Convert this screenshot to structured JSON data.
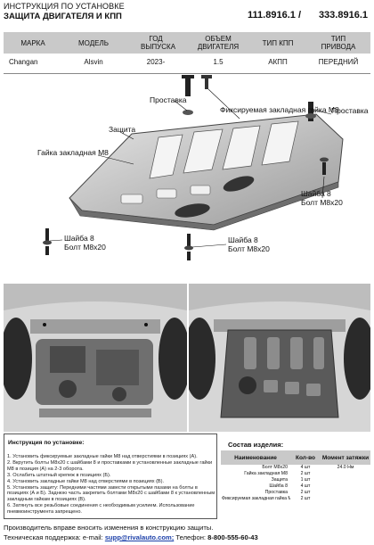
{
  "header": {
    "line1": "ИНСТРУКЦИЯ ПО УСТАНОВКЕ",
    "line2": "ЗАЩИТА ДВИГАТЕЛЯ И КПП",
    "code1": "111.8916.1",
    "code_sep": "/",
    "code2": "333.8916.1"
  },
  "car_table": {
    "headers": [
      "МАРКА",
      "МОДЕЛЬ",
      "ГОД ВЫПУСКА",
      "ОБЪЕМ ДВИГАТЕЛЯ",
      "ТИП КПП",
      "ТИП ПРИВОДА"
    ],
    "row": [
      "Changan",
      "Alsvin",
      "2023-",
      "1.5",
      "АКПП",
      "ПЕРЕДНИЙ"
    ]
  },
  "diagram_labels": {
    "spacer_left": "Проставка",
    "spacer_right": "Проставка",
    "nut_fixed": "Фиксируемая закладная гайка М8",
    "guard": "Защита",
    "nut_m8": "Гайка закладная М8",
    "washer_right": "Шайба 8",
    "bolt_right": "Болт М8х20",
    "washer_bottom_left": "Шайба 8",
    "bolt_bottom_left": "Болт М8х20",
    "washer_bottom_mid": "Шайба 8",
    "bolt_bottom_mid": "Болт М8х20"
  },
  "instructions": {
    "title": "Инструкция по установке:",
    "steps": [
      "1. Установить фиксируемые закладные гайки М8 над отверстиями в позициях (А).",
      "2. Вкрутить болты М8х20 с шайбами 8 и проставками в установленные закладные гайки М8 в позиция (А) на 2-3 оборота.",
      "3. Ослабить штатный крепеж в позициях (Б).",
      "4. Установить закладные гайки М8 над отверстиями в позициях (В).",
      "5. Установить защиту: Передними частями завести открытыми пазами на болты в позициях (А и Б). Заднюю часть закрепить болтами М8х20 с шайбами 8 к установленным закладным гайкам в позициях (В).",
      "6. Затянуть все резьбовые соединения с необходимым усилием. Использование пневмоинструмента запрещено."
    ]
  },
  "components": {
    "title": "Состав изделия:",
    "headers": [
      "Наименование",
      "Кол-во",
      "Момент затяжки"
    ],
    "rows": [
      {
        "name": "Болт М8х20",
        "qty": "4 шт",
        "torque": "24.0 Нм"
      },
      {
        "name": "Гайка закладная М8",
        "qty": "2 шт",
        "torque": ""
      },
      {
        "name": "Защита",
        "qty": "1 шт",
        "torque": ""
      },
      {
        "name": "Шайба 8",
        "qty": "4 шт",
        "torque": ""
      },
      {
        "name": "Проставка",
        "qty": "2 шт",
        "torque": ""
      },
      {
        "name": "Фиксируемая закладная гайка М8",
        "qty": "2 шт",
        "torque": ""
      }
    ]
  },
  "footer": {
    "line1": "Производитель вправе вносить изменения в конструкцию защиты.",
    "support_label": "Техническая поддержка:  e-mail:",
    "email": "supp@rivalauto.com;",
    "phone_label": "Телефон:",
    "phone": "8-800-555-60-43"
  }
}
